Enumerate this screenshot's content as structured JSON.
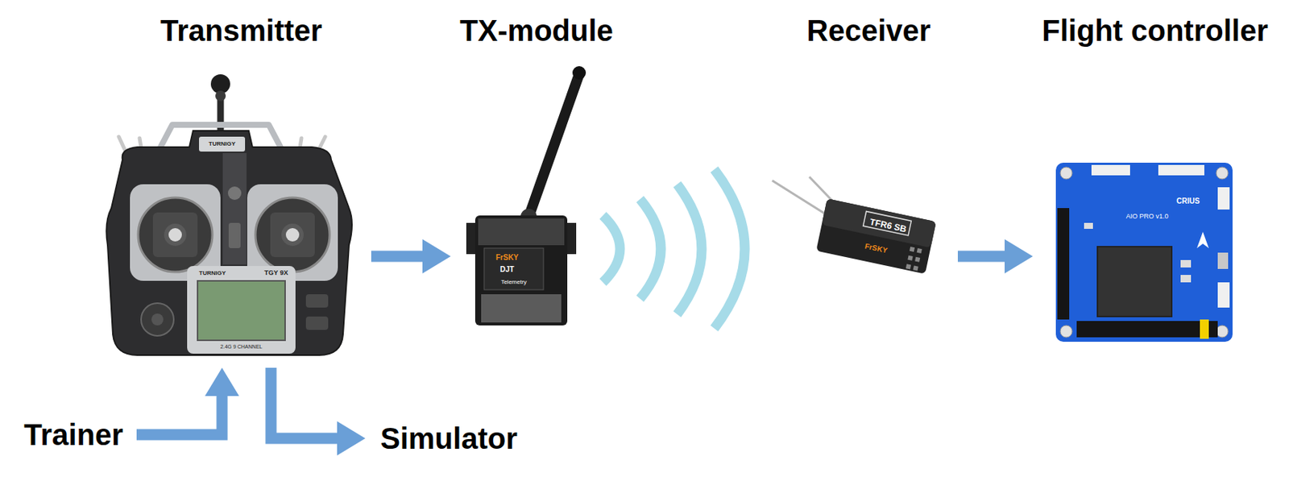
{
  "diagram": {
    "nodes": [
      {
        "text": [
          "Transmitter"
        ]
      },
      {
        "text": [
          "TX-module"
        ]
      },
      {
        "text": [
          "Receiver"
        ]
      },
      {
        "text": [
          "Flight controller"
        ]
      },
      {
        "text": [
          "Trainer"
        ]
      },
      {
        "text": [
          "Simulator"
        ]
      }
    ],
    "edges": [
      {
        "from": 0,
        "to": 1,
        "arrow": "to"
      },
      {
        "from": 2,
        "to": 3,
        "arrow": "to"
      },
      {
        "from": 4,
        "to": 0,
        "arrow": "to"
      },
      {
        "from": 0,
        "to": 5,
        "arrow": "to"
      }
    ],
    "labels": [
      "TURNIGY",
      "TURNIGY",
      "TGY 9X",
      "2.4G 9 CHANNEL",
      "FrSKY",
      "DJT",
      "Telemetry",
      "TFR6 SB",
      "FrSKY",
      "CRIUS",
      "AIO PRO v1.0"
    ]
  }
}
